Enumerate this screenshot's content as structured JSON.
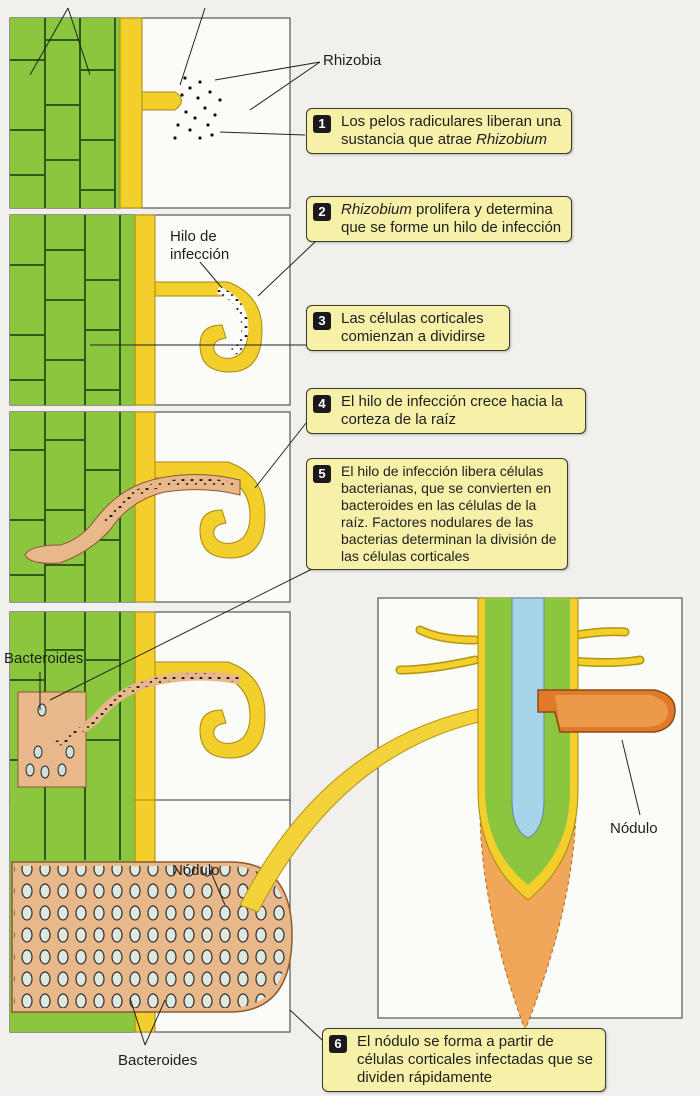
{
  "labels": {
    "rhizobia": "Rhizobia",
    "hilo": [
      "Hilo de",
      "infección"
    ],
    "bacteroides_top": "Bacteroides",
    "nodulo_panel": "Nódulo",
    "bacteroides_bottom": "Bacteroides",
    "nodulo_right": "Nódulo"
  },
  "steps": [
    {
      "num": "1",
      "text": "Los pelos radiculares liberan una sustancia que atrae ",
      "italic": "Rhizobium",
      "after": ""
    },
    {
      "num": "2",
      "text": "",
      "italic": "Rhizobium",
      "after": " prolifera y determina que se forme un hilo de infección"
    },
    {
      "num": "3",
      "text": "Las células corticales comienzan a dividirse",
      "italic": "",
      "after": ""
    },
    {
      "num": "4",
      "text": "El hilo de infección crece hacia la corteza de la raíz",
      "italic": "",
      "after": ""
    },
    {
      "num": "5",
      "text": "El hilo de infección libera células bacterianas, que se convierten en bacteroides en las células de la raíz. Factores nodulares de las bacterias determinan la división de las células corticales",
      "italic": "",
      "after": ""
    },
    {
      "num": "6",
      "text": "El nódulo se forma  a partir de células corticales infectadas que se dividen rápidamente",
      "italic": "",
      "after": ""
    }
  ],
  "colors": {
    "cortex_green": "#8cc63f",
    "cell_outline": "#2f5a1a",
    "epidermis_yellow": "#f2cf2a",
    "thread_tan": "#e8b88a",
    "nodule_orange": "#f0a75a",
    "vascular_blue": "#a8d4ea",
    "callout_fill": "#f7f0a8"
  }
}
